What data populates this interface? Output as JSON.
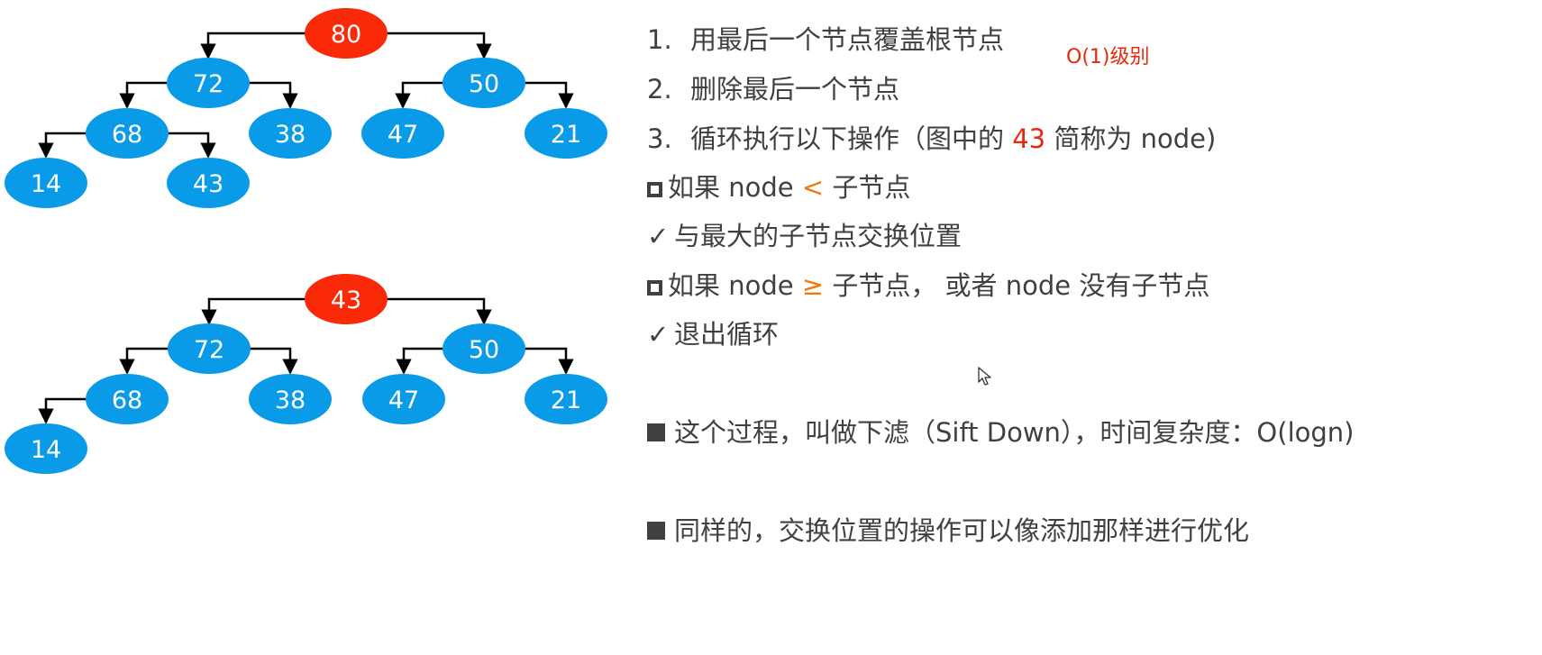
{
  "steps": {
    "s1_num": "1.",
    "s1": "用最后一个节点覆盖根节点",
    "note": "O(1)级别",
    "s2_num": "2.",
    "s2": "删除最后一个节点",
    "s3_num": "3.",
    "s3_pre": "循环执行以下操作（图中的",
    "s3_hl": "43",
    "s3_post": "简称为 node)"
  },
  "cond1": {
    "pre": "如果 node",
    "op": "<",
    "post": "子节点"
  },
  "act1": {
    "mark": "✓",
    "text": "与最大的子节点交换位置"
  },
  "cond2": {
    "pre": "如果 node",
    "op": "≥",
    "post": "子节点， 或者 node 没有子节点"
  },
  "act2": {
    "mark": "✓",
    "text": "退出循环"
  },
  "bullets": {
    "b1": "这个过程，叫做下滤（Sift Down），时间复杂度：O(logn)",
    "b2": "同样的，交换位置的操作可以像添加那样进行优化"
  },
  "tree_top": {
    "nodes": [
      "80",
      "72",
      "50",
      "68",
      "38",
      "47",
      "21",
      "14",
      "43"
    ],
    "highlight": "80"
  },
  "tree_bottom": {
    "nodes": [
      "43",
      "72",
      "50",
      "68",
      "38",
      "47",
      "21",
      "14"
    ],
    "highlight": "43"
  },
  "colors": {
    "node_fill": "#0a9be8",
    "highlight_fill": "#fa2a08",
    "text": "#404040",
    "accent_red": "#e8280c",
    "accent_orange": "#ee7a10"
  }
}
